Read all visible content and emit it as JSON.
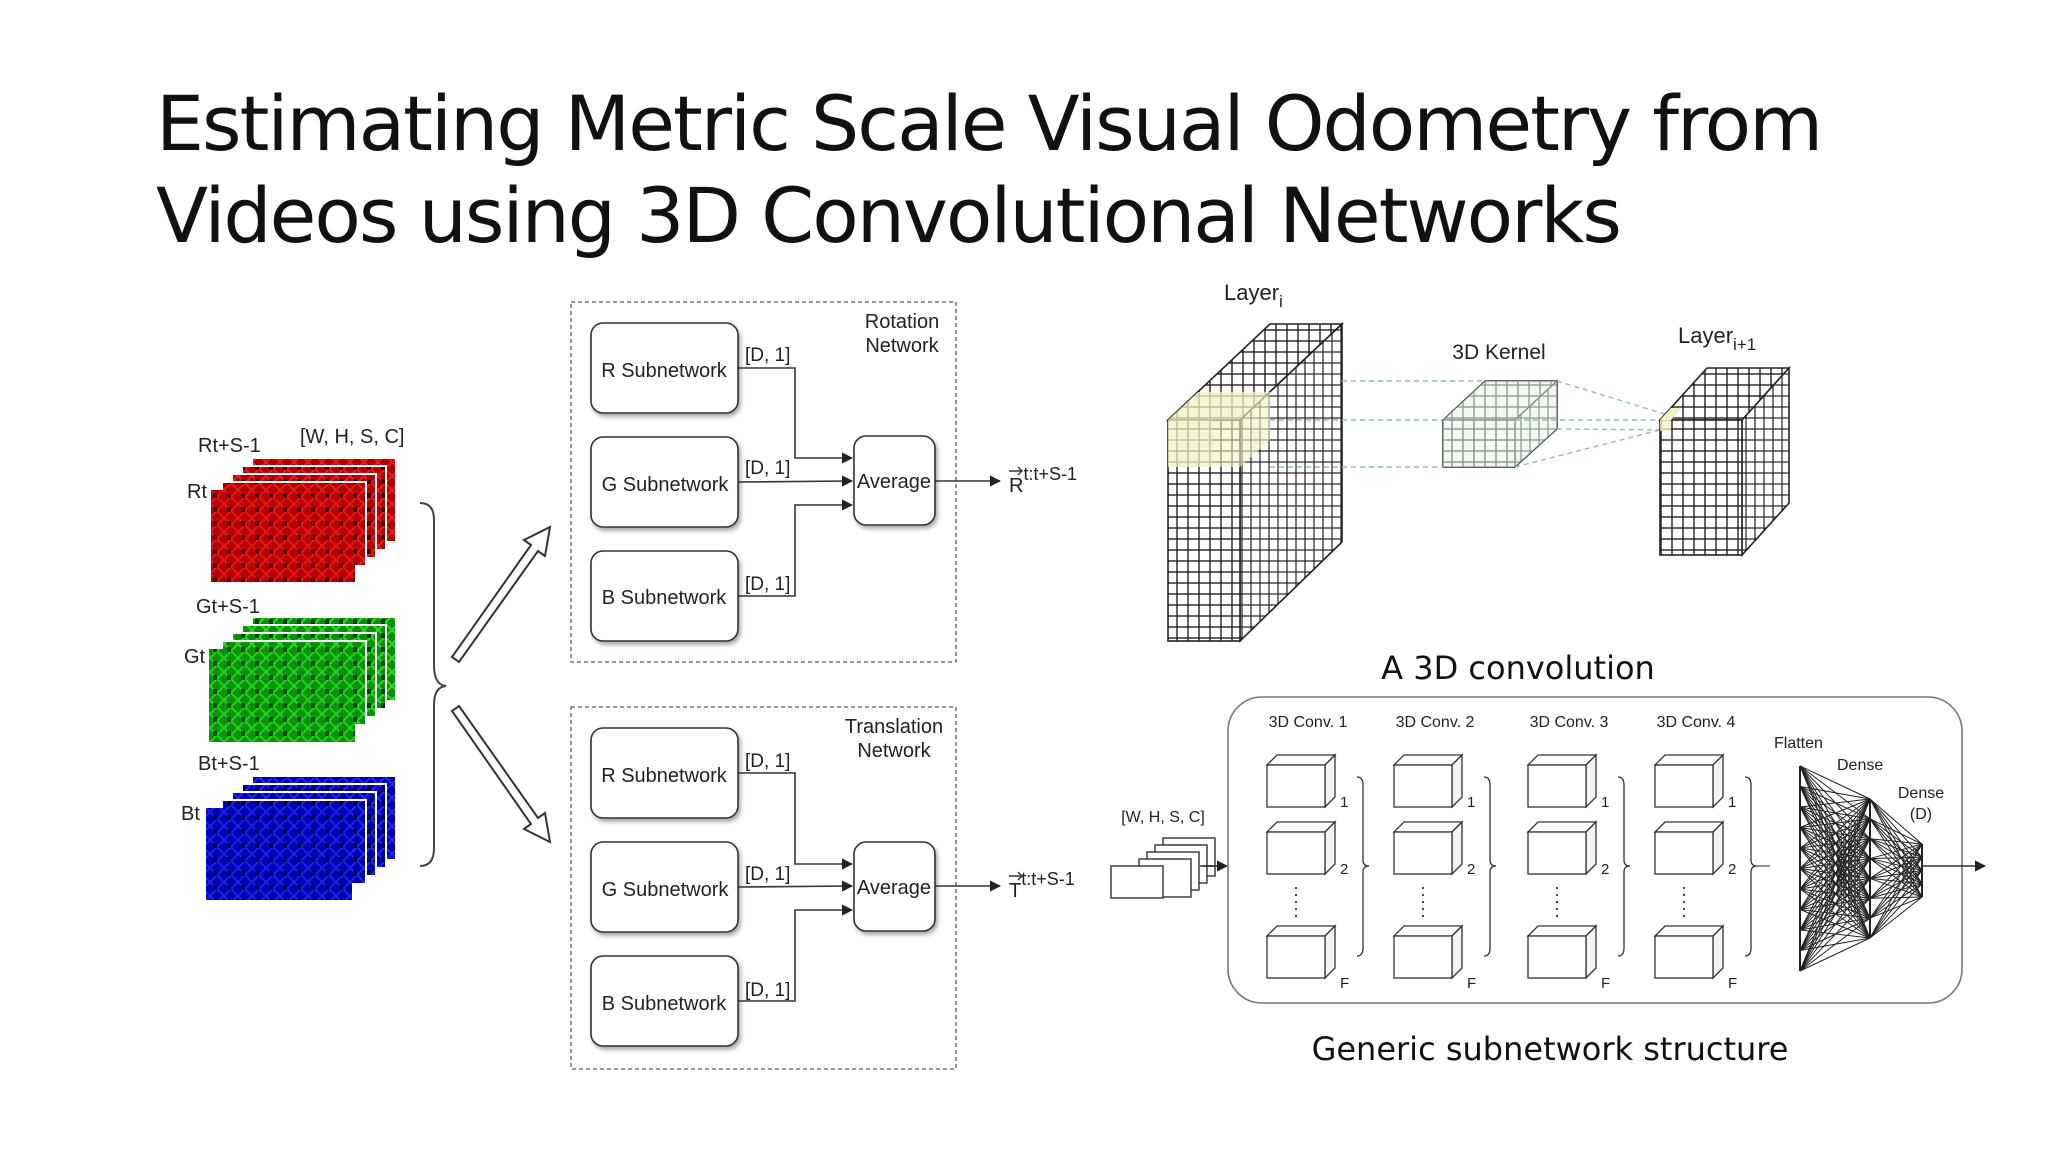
{
  "title": {
    "line1": "Estimating Metric Scale Visual Odometry from",
    "line2": "Videos using 3D Convolutional Networks"
  },
  "input_stack": {
    "shape": "[W, H, S, C]",
    "r_last": "Rt+S-1",
    "r_first": "Rt",
    "g_last": "Gt+S-1",
    "g_first": "Gt",
    "b_last": "Bt+S-1",
    "b_first": "Bt"
  },
  "rotation_network": {
    "title_line1": "Rotation",
    "title_line2": "Network",
    "r_sub": "R Subnetwork",
    "g_sub": "G Subnetwork",
    "b_sub": "B Subnetwork",
    "dim": "[D, 1]",
    "average": "Average",
    "output": "R",
    "output_sub": "t:t+S-1"
  },
  "translation_network": {
    "title_line1": "Translation",
    "title_line2": "Network",
    "r_sub": "R Subnetwork",
    "g_sub": "G Subnetwork",
    "b_sub": "B Subnetwork",
    "dim": "[D, 1]",
    "average": "Average",
    "output": "T",
    "output_sub": "t:t+S-1"
  },
  "conv3d": {
    "layer_i": "Layer",
    "layer_i_sub": "i",
    "kernel": "3D Kernel",
    "layer_i1": "Layer",
    "layer_i1_sub": "i+1",
    "caption": "A 3D convolution"
  },
  "subnetwork": {
    "input_shape": "[W, H, S, C]",
    "convs": [
      "3D Conv. 1",
      "3D Conv. 2",
      "3D Conv. 3",
      "3D Conv. 4"
    ],
    "idx": [
      "1",
      "2",
      "F"
    ],
    "flatten": "Flatten",
    "dense": "Dense",
    "dense_out_line1": "Dense",
    "dense_out_line2": "(D)",
    "caption": "Generic subnetwork structure"
  }
}
